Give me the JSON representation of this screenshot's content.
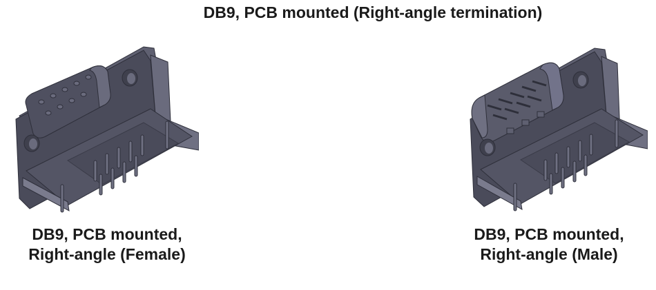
{
  "title": "DB9, PCB mounted (Right-angle termination)",
  "figures": [
    {
      "id": "female",
      "caption_line1": "DB9, PCB mounted,",
      "caption_line2": "Right-angle (Female)",
      "pin_count": 9
    },
    {
      "id": "male",
      "caption_line1": "DB9, PCB mounted,",
      "caption_line2": "Right-angle (Male)",
      "pin_count": 9
    }
  ],
  "colors": {
    "body_dark": "#4a4b5a",
    "body_mid": "#5a5b6b",
    "body_light": "#6f7082",
    "edge": "#2e2f3a",
    "text": "#1a1a1a",
    "background": "#ffffff"
  }
}
